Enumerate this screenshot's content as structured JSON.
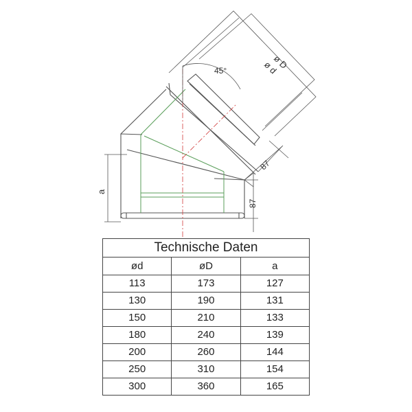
{
  "drawing": {
    "labels": {
      "outer_diameter": "ø D",
      "inner_diameter": "ø d",
      "angle": "45°",
      "height": "a",
      "dim_upper": "87",
      "dim_lower": "87"
    },
    "colors": {
      "outline": "#555555",
      "inner_pipe": "#5a9e5a",
      "center_axis": "#d23b3b"
    }
  },
  "table": {
    "title": "Technische Daten",
    "columns": [
      "ød",
      "øD",
      "a"
    ],
    "rows": [
      [
        "113",
        "173",
        "127"
      ],
      [
        "130",
        "190",
        "131"
      ],
      [
        "150",
        "210",
        "133"
      ],
      [
        "180",
        "240",
        "139"
      ],
      [
        "200",
        "260",
        "144"
      ],
      [
        "250",
        "310",
        "154"
      ],
      [
        "300",
        "360",
        "165"
      ]
    ]
  }
}
